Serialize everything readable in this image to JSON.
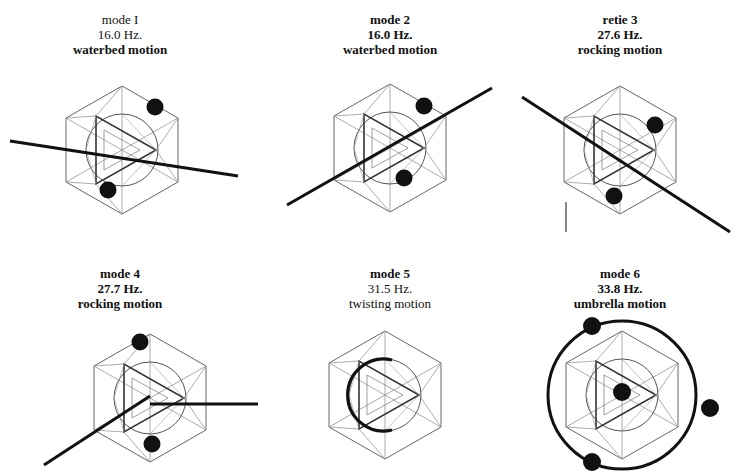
{
  "diagram": {
    "labels": [
      "mode I",
      "16.0 Hz.",
      "waterbed motion",
      "mode 2",
      "16.0 Hz.",
      "waterbed motion",
      "retie 3",
      "27.6 Hz.",
      "rocking motion",
      "mode 4",
      "27.7 Hz.",
      "rocking motion",
      "mode 5",
      "31.5 Hz.",
      "twisting motion",
      "mode 6",
      "33.8 Hz.",
      "umbrella motion"
    ]
  }
}
